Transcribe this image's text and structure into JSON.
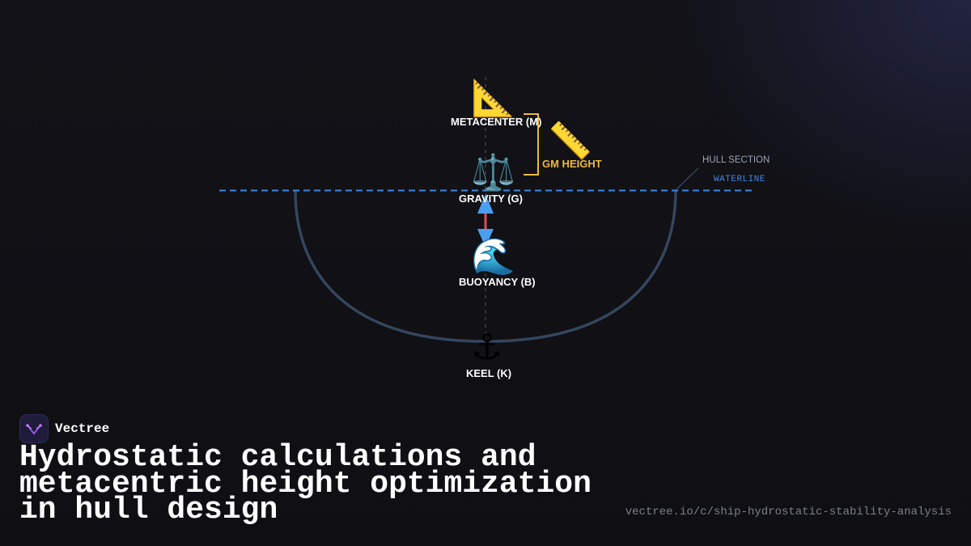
{
  "diagram": {
    "labels": {
      "metacenter": "METACENTER (M)",
      "gm_height": "GM HEIGHT",
      "gravity": "GRAVITY (G)",
      "buoyancy": "BUOYANCY (B)",
      "keel": "KEEL (K)",
      "hull_section": "HULL SECTION",
      "waterline": "WATERLINE"
    },
    "icons": {
      "metacenter": "📐",
      "gm_height": "📏",
      "gravity": "⚖️",
      "buoyancy": "🌊",
      "keel": "⚓"
    },
    "colors": {
      "waterline": "#3f86e6",
      "hull": "#34465e",
      "gm_bracket": "#f0b83a",
      "gravity_arrow": "#e04c5a",
      "buoyancy_arrow": "#4c9ff0"
    }
  },
  "brand": {
    "name": "Vectree"
  },
  "title": "Hydrostatic calculations and metacentric height optimization in hull design",
  "url": "vectree.io/c/ship-hydrostatic-stability-analysis"
}
